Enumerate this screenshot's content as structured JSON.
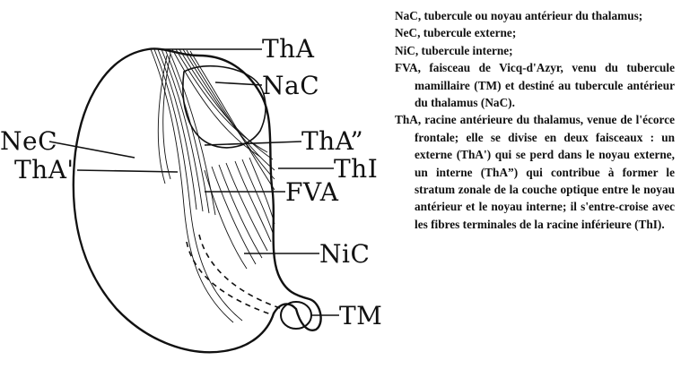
{
  "figure": {
    "labels": {
      "tha": "ThA",
      "nac": "NaC",
      "nec": "NeC",
      "tha_double": "ThA”",
      "tha_single": "ThA'",
      "thi": "ThI",
      "fva": "FVA",
      "nic": "NiC",
      "tm": "TM"
    }
  },
  "legend": {
    "entries": [
      {
        "abbr": "NaC,",
        "text": " tubercule ou noyau antérieur du thalamus;"
      },
      {
        "abbr": "NeC,",
        "text": " tubercule externe;"
      },
      {
        "abbr": "NiC,",
        "text": " tubercule interne;"
      },
      {
        "abbr": "FVA,",
        "text": " faisceau de Vicq-d'Azyr, venu du tubercule mamillaire (TM) et destiné au tubercule antérieur du thalamus (NaC)."
      },
      {
        "abbr": "ThA,",
        "text": " racine antérieure du thalamus, venue de l'écorce frontale; elle se divise en deux faisceaux : un externe (ThA') qui se perd dans le noyau externe, un interne (ThA”) qui contribue à former le stratum zonale de la couche optique entre le noyau antérieur et le noyau interne; il s'entre-croise avec les fibres terminales de la racine inférieure (ThI)."
      }
    ]
  }
}
